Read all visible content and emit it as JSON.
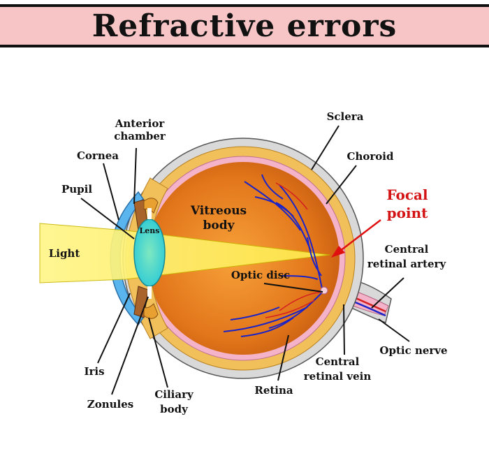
{
  "title": "Refractive errors",
  "labels": {
    "anterior_chamber_1": "Anterior",
    "anterior_chamber_2": "chamber",
    "cornea": "Cornea",
    "pupil": "Pupil",
    "light": "Light",
    "lens": "Lens",
    "vitreous_1": "Vitreous",
    "vitreous_2": "body",
    "sclera": "Sclera",
    "choroid": "Choroid",
    "focal_1": "Focal",
    "focal_2": "point",
    "central_artery_1": "Central",
    "central_artery_2": "retinal artery",
    "optic_disc": "Optic disc",
    "optic_nerve": "Optic nerve",
    "central_vein_1": "Central",
    "central_vein_2": "retinal vein",
    "retina": "Retina",
    "ciliary_1": "Ciliary",
    "ciliary_2": "body",
    "zonules": "Zonules",
    "iris": "Iris"
  },
  "colors": {
    "title_bg": "#f7c5c5",
    "sclera": "#d9d9d9",
    "choroid": "#f2c05a",
    "retina": "#f4b3c8",
    "vitreous": "#e0781a",
    "light_beam": "#fff36b",
    "lens": "#3fd8d0",
    "cornea": "#5ab4ee",
    "vessels": "#1a23c8",
    "arteries": "#d42020",
    "focal_arrow": "#e01010"
  }
}
